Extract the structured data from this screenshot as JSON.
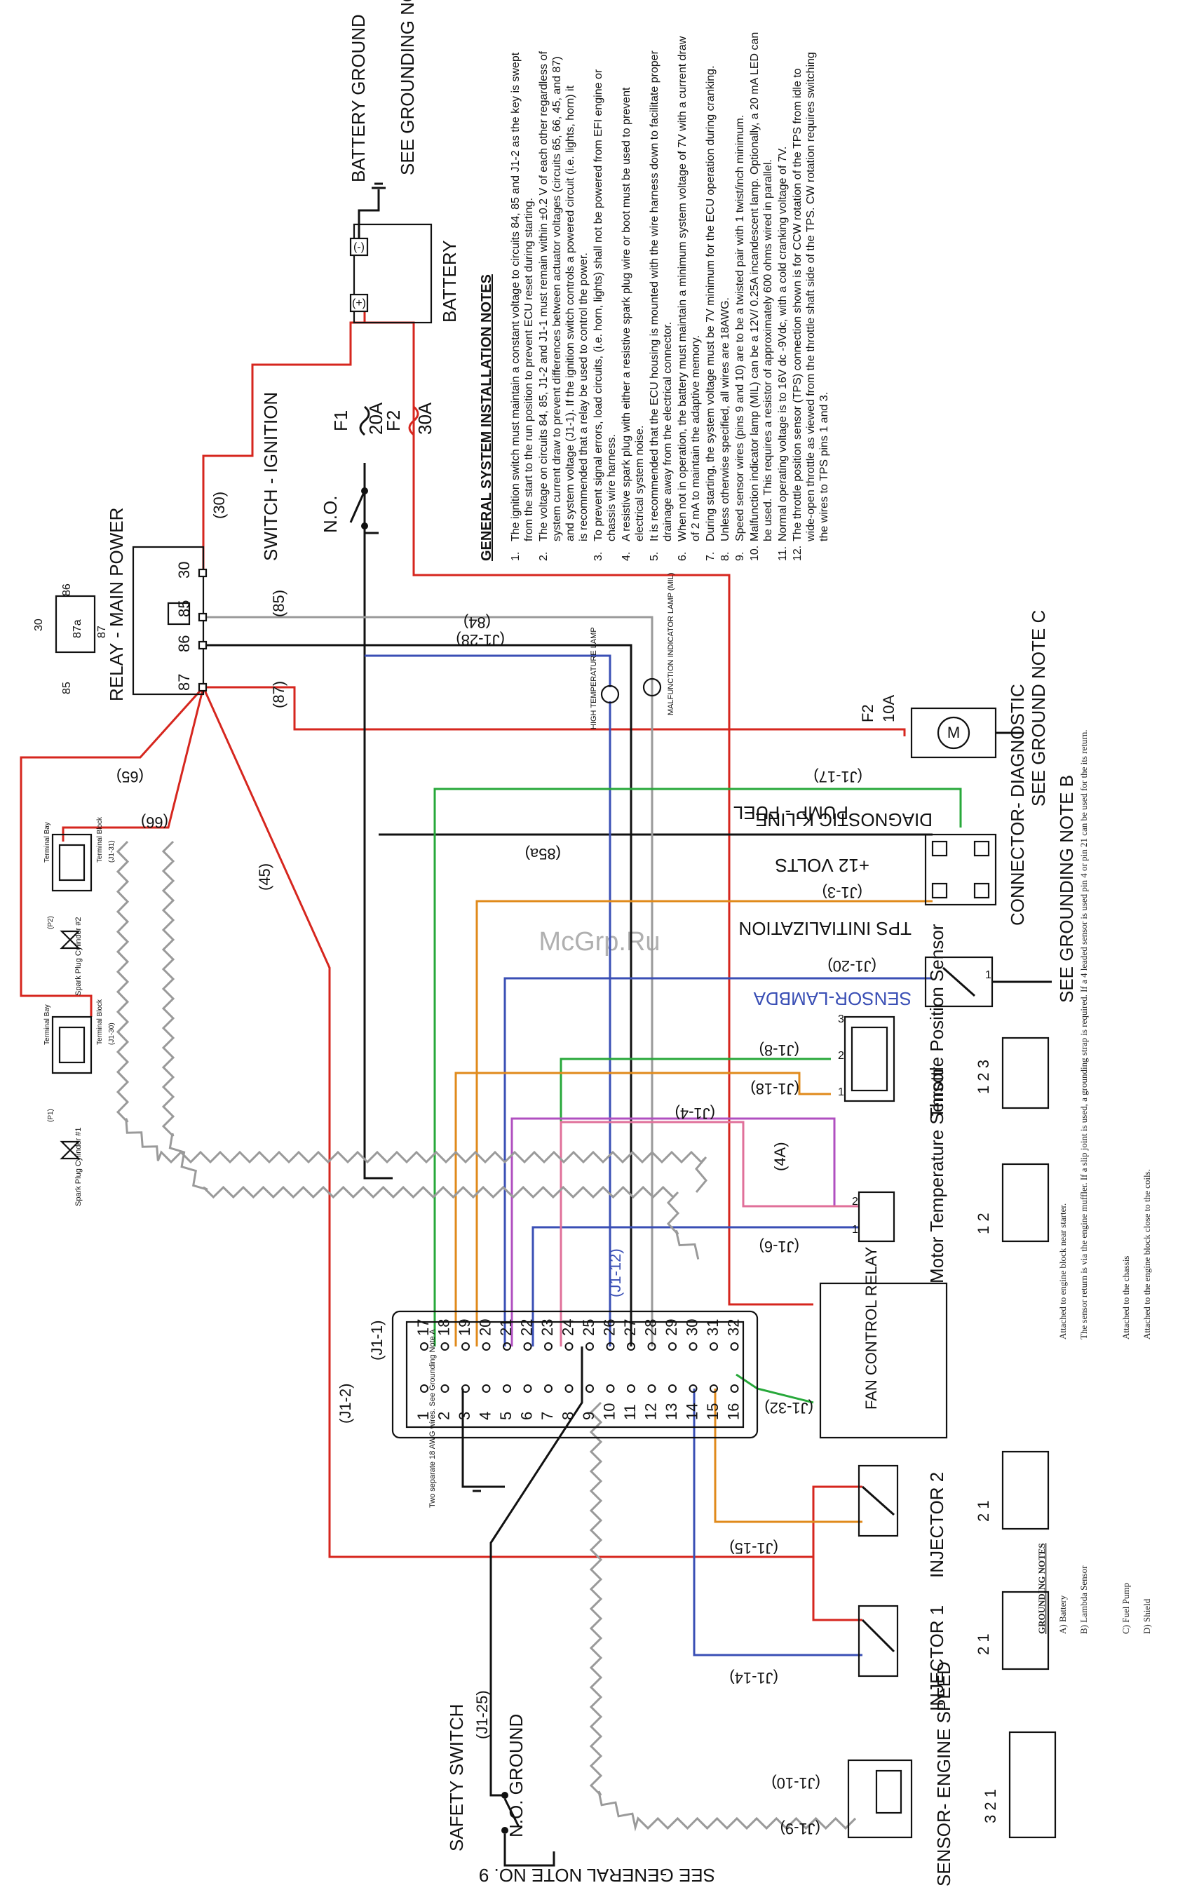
{
  "watermark": "McGrp.Ru",
  "notes": {
    "title": "GENERAL SYSTEM INSTALLATION NOTES",
    "items": [
      {
        "n": "1.",
        "t": "The ignition switch must maintain a constant voltage to circuits 84, 85 and J1-2 as the key is swept from the start to the run position to prevent ECU reset during starting."
      },
      {
        "n": "2.",
        "t": "The voltage on circuits 84, 85, J1-2 and J1-1 must remain within ±0.2 V of each other regardless of system current draw to prevent differences between actuator voltages (circuits 65, 66, 45, and 87) and system voltage (J1-1). If the ignition switch controls a powered circuit (i.e. lights, horn) it is recommended that a relay be used to control the power."
      },
      {
        "n": "3.",
        "t": "To prevent signal errors, load circuits, (i.e. horn, lights) shall not be powered from EFI engine or chassis wire harness."
      },
      {
        "n": "4.",
        "t": "A resistive spark plug with either a resistive spark plug wire or boot must be used to prevent electrical system noise."
      },
      {
        "n": "5.",
        "t": "It is recommended that the ECU housing is mounted with the wire harness down to facilitate proper drainage away from the electrical connector."
      },
      {
        "n": "6.",
        "t": "When not in operation, the battery must maintain a minimum system voltage of 7V with a current draw of 2 mA to maintain the adaptive memory."
      },
      {
        "n": "7.",
        "t": "During starting, the system voltage must be 7V minimum for the ECU operation during cranking."
      },
      {
        "n": "8.",
        "t": "Unless otherwise specified, all wires are 18AWG."
      },
      {
        "n": "9.",
        "t": "Speed sensor wires (pins 9 and 10) are to be a twisted pair with 1 twist/inch minimum."
      },
      {
        "n": "10.",
        "t": "Malfunction indicator lamp (MIL) can be a 12V/ 0.25A incandescent lamp. Optionally, a 20 mA LED can be used. This requires a resistor of approximately 600 ohms wired in parallel."
      },
      {
        "n": "11.",
        "t": "Normal operating voltage is to 16V dc -9Vdc, with a cold cranking voltage of 7V."
      },
      {
        "n": "12.",
        "t": "The throttle position sensor (TPS) connection shown is for CCW rotation of the TPS from idle to wide-open throttle as viewed from the throttle shaft side of the TPS. CW rotation requires switching the wires to TPS pins 1 and 3."
      }
    ]
  },
  "grounding": {
    "title": "GROUNDING NOTES",
    "items": [
      {
        "k": "A) Battery",
        "v": "Attached to engine block near starter."
      },
      {
        "k": "B) Lambda Sensor",
        "v": "The sensor return is via the engine muffler. If a slip joint is used, a grounding strap is required. If a 4 leaded sensor is used pin 4 or pin 21 can be used for the its return."
      },
      {
        "k": "C) Fuel Pump",
        "v": "Attached to the chassis"
      },
      {
        "k": "D) Shield",
        "v": "Attached to the engine block close to the coils."
      }
    ]
  },
  "labels": {
    "battery": "BATTERY",
    "battery_ground": "BATTERY GROUND",
    "see_gnd_a": "SEE GROUNDING NOTE A",
    "plus": "(+)",
    "minus": "(-)",
    "f1": "F1",
    "f1_rating": "20A",
    "f2": "F2",
    "f2_rating": "30A",
    "f2_pump": "F2",
    "f2_pump_rating": "10A",
    "ign_switch": "SWITCH - IGNITION",
    "ign_no": "N.O.",
    "relay": "RELAY - MAIN POWER",
    "r30": "30",
    "r85": "85",
    "r86": "86",
    "r87": "87",
    "r87a": "87a",
    "c30": "(30)",
    "c85": "(85)",
    "c87": "(87)",
    "c65": "(65)",
    "c66": "(66)",
    "c45": "(45)",
    "c84": "(84)",
    "c85a": "(85a)",
    "c4a": "(4A)",
    "j1_28": "(J1-28)",
    "j1_17": "(J1-17)",
    "j1_3": "(J1-3)",
    "j1_20": "(J1-20)",
    "j1_8": "(J1-8)",
    "j1_18": "(J1-18)",
    "j1_4": "(J1-4)",
    "j1_6": "(J1-6)",
    "j1_1": "(J1-1)",
    "j1_2": "(J1-2)",
    "j1_12": "(J1-12)",
    "j1_32": "(J1-32)",
    "j1_15": "(J1-15)",
    "j1_14": "(J1-14)",
    "j1_10": "(J1-10)",
    "j1_9": "(J1-9)",
    "j1_25": "(J1-25)",
    "htl": "HIGH TEMPERATURE LAMP",
    "mil": "MALFUNCTION INDICATOR LAMP (MIL)",
    "pump": "PUMP - FUEL",
    "pump_m": "M",
    "see_gnd_c": "SEE GROUND NOTE C",
    "kline": "DIAGNOSTIC K-LINE",
    "v12": "+12 VOLTS",
    "tps_init": "TPS INITIALIZATION",
    "diag": "CONNECTOR- DIAGNOSTIC",
    "lambda": "SENSOR-LAMBDA",
    "see_gnd_b": "SEE GROUNDING NOTE B",
    "tps": "Throttle Position Sensor",
    "tps_pins": "1 2 3",
    "mts": "Motor Temperature Sensor",
    "mts_pins": "1 2",
    "fan": "FAN CONTROL RELAY",
    "inj2": "INJECTOR 2",
    "inj1": "INJECTOR 1",
    "inj_pins": "2 1",
    "speed": "SENSOR- ENGINE SPEED",
    "speed_pins": "3 2 1",
    "safety": "SAFETY SWITCH",
    "safety_no": "N.O. GROUND",
    "see_gen9": "SEE GENERAL NOTE NO. 9",
    "two_wires": "Two separate 18 AWG wires. See Grounding Note A",
    "spark1": "Spark Plug Cylinder #1",
    "spark2": "Spark Plug Cylinder #2",
    "tbay": "Terminal Bay",
    "tblock": "Terminal Block",
    "p1": "(P1)",
    "p2": "(P2)",
    "j131": "(J1-31)",
    "j130": "(J1-30)",
    "p_2": "2",
    "p_1": "1",
    "p_3": "3"
  },
  "ecu_pins_top": [
    "17",
    "18",
    "19",
    "20",
    "21",
    "22",
    "23",
    "24",
    "25",
    "26",
    "27",
    "28",
    "29",
    "30",
    "31",
    "32"
  ],
  "ecu_pins_bottom": [
    "1",
    "2",
    "3",
    "4",
    "5",
    "6",
    "7",
    "8",
    "9",
    "10",
    "11",
    "12",
    "13",
    "14",
    "15",
    "16"
  ],
  "colors": {
    "black": "#111111",
    "red": "#d6261e",
    "gray": "#9a9a9a",
    "blue": "#3a4fb5",
    "green": "#27a83a",
    "orange": "#e08a1b",
    "purple": "#b050c0",
    "pink": "#e0709a"
  }
}
